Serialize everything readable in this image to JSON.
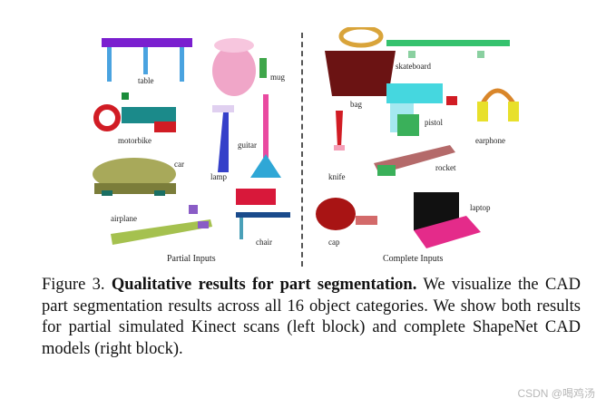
{
  "figure": {
    "partial_labels": {
      "table": "table",
      "mug": "mug",
      "motorbike": "motorbike",
      "guitar": "guitar",
      "lamp": "lamp",
      "car": "car",
      "airplane": "airplane",
      "chair": "chair"
    },
    "complete_labels": {
      "bag": "bag",
      "skateboard": "skateboard",
      "pistol": "pistol",
      "earphone": "earphone",
      "knife": "knife",
      "rocket": "rocket",
      "cap": "cap",
      "laptop": "laptop"
    },
    "left_block_title": "Partial Inputs",
    "right_block_title": "Complete Inputs"
  },
  "caption": {
    "prefix": "Figure 3.",
    "bold": "Qualitative results for part segmentation.",
    "body": "We visualize the CAD part segmentation results across all 16 object categories. We show both results for partial simulated Kinect scans (left block) and complete ShapeNet CAD models (right block)."
  },
  "watermark": "CSDN @喝鸡汤"
}
